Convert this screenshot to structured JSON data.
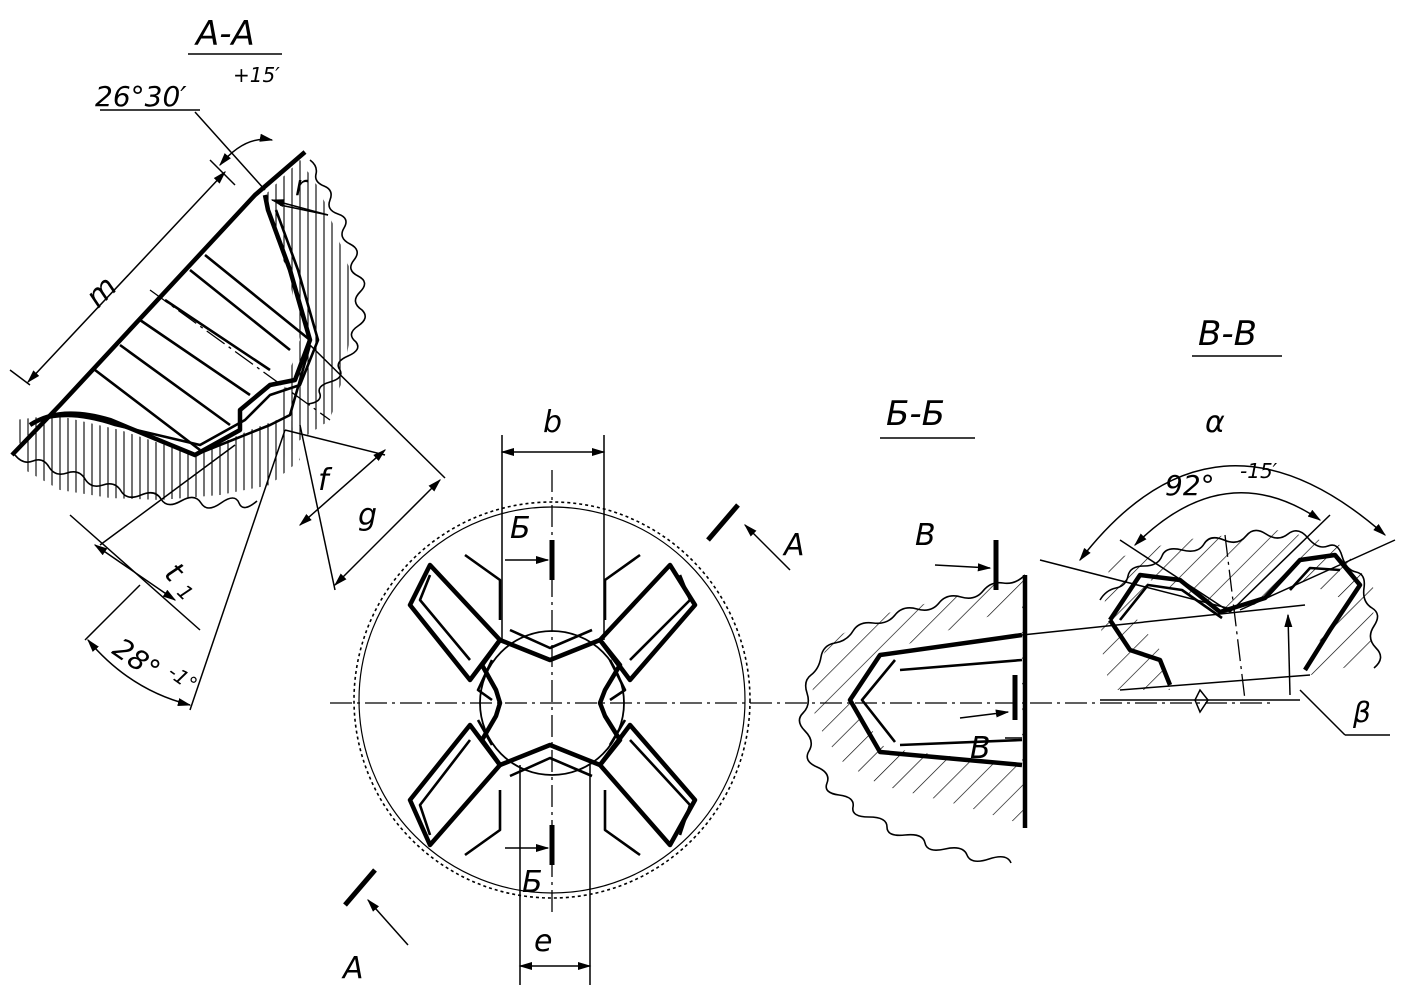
{
  "sections": {
    "aa": "А-А",
    "bb": "Б-Б",
    "vv": "В-В"
  },
  "dimensions": {
    "angle_26_base": "26°30′",
    "angle_26_tol": "+15′",
    "angle_28_base": "28°",
    "angle_28_tol": "-1°",
    "angle_92_base": "92°",
    "angle_92_tol": "-15′",
    "m": "m",
    "r": "r",
    "f": "f",
    "g": "g",
    "t1": "t",
    "t1_sub": "1",
    "b": "b",
    "e": "e",
    "alpha": "α",
    "beta": "β"
  },
  "cut_marks": {
    "a_upper": "А",
    "a_lower": "А",
    "b_upper": "Б",
    "b_lower": "Б",
    "v_upper": "В",
    "v_lower": "В"
  }
}
